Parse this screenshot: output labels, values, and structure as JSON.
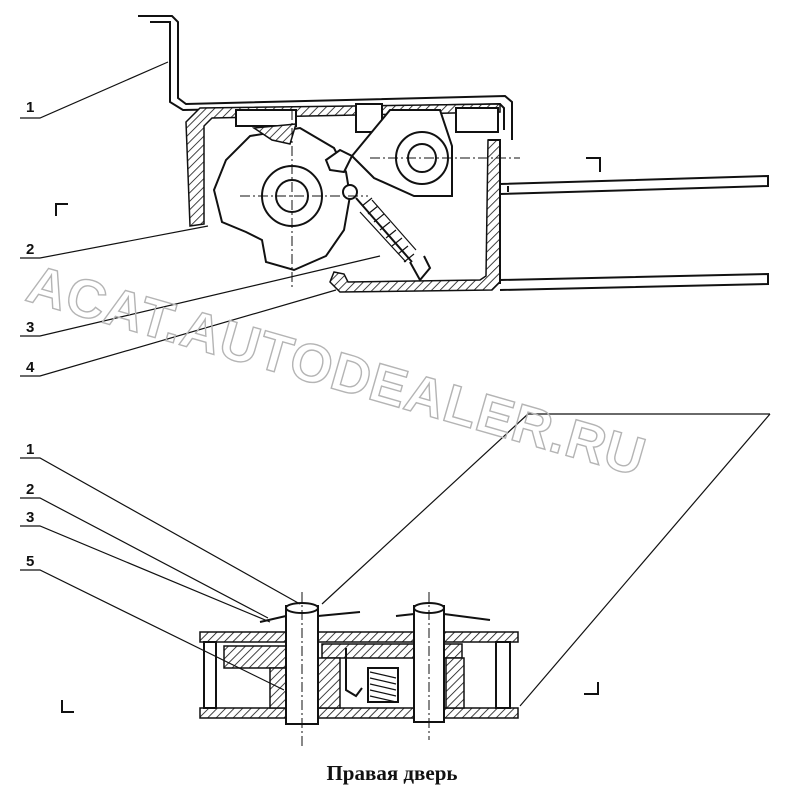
{
  "callouts_top": [
    "1",
    "2",
    "3",
    "4"
  ],
  "callouts_bottom": [
    "1",
    "2",
    "3",
    "5"
  ],
  "caption": "Правая дверь",
  "watermark": "ACAT.AUTODEALER.RU",
  "colors": {
    "ink": "#111111",
    "paper": "#ffffff",
    "watermark": "#b4b4b4"
  }
}
